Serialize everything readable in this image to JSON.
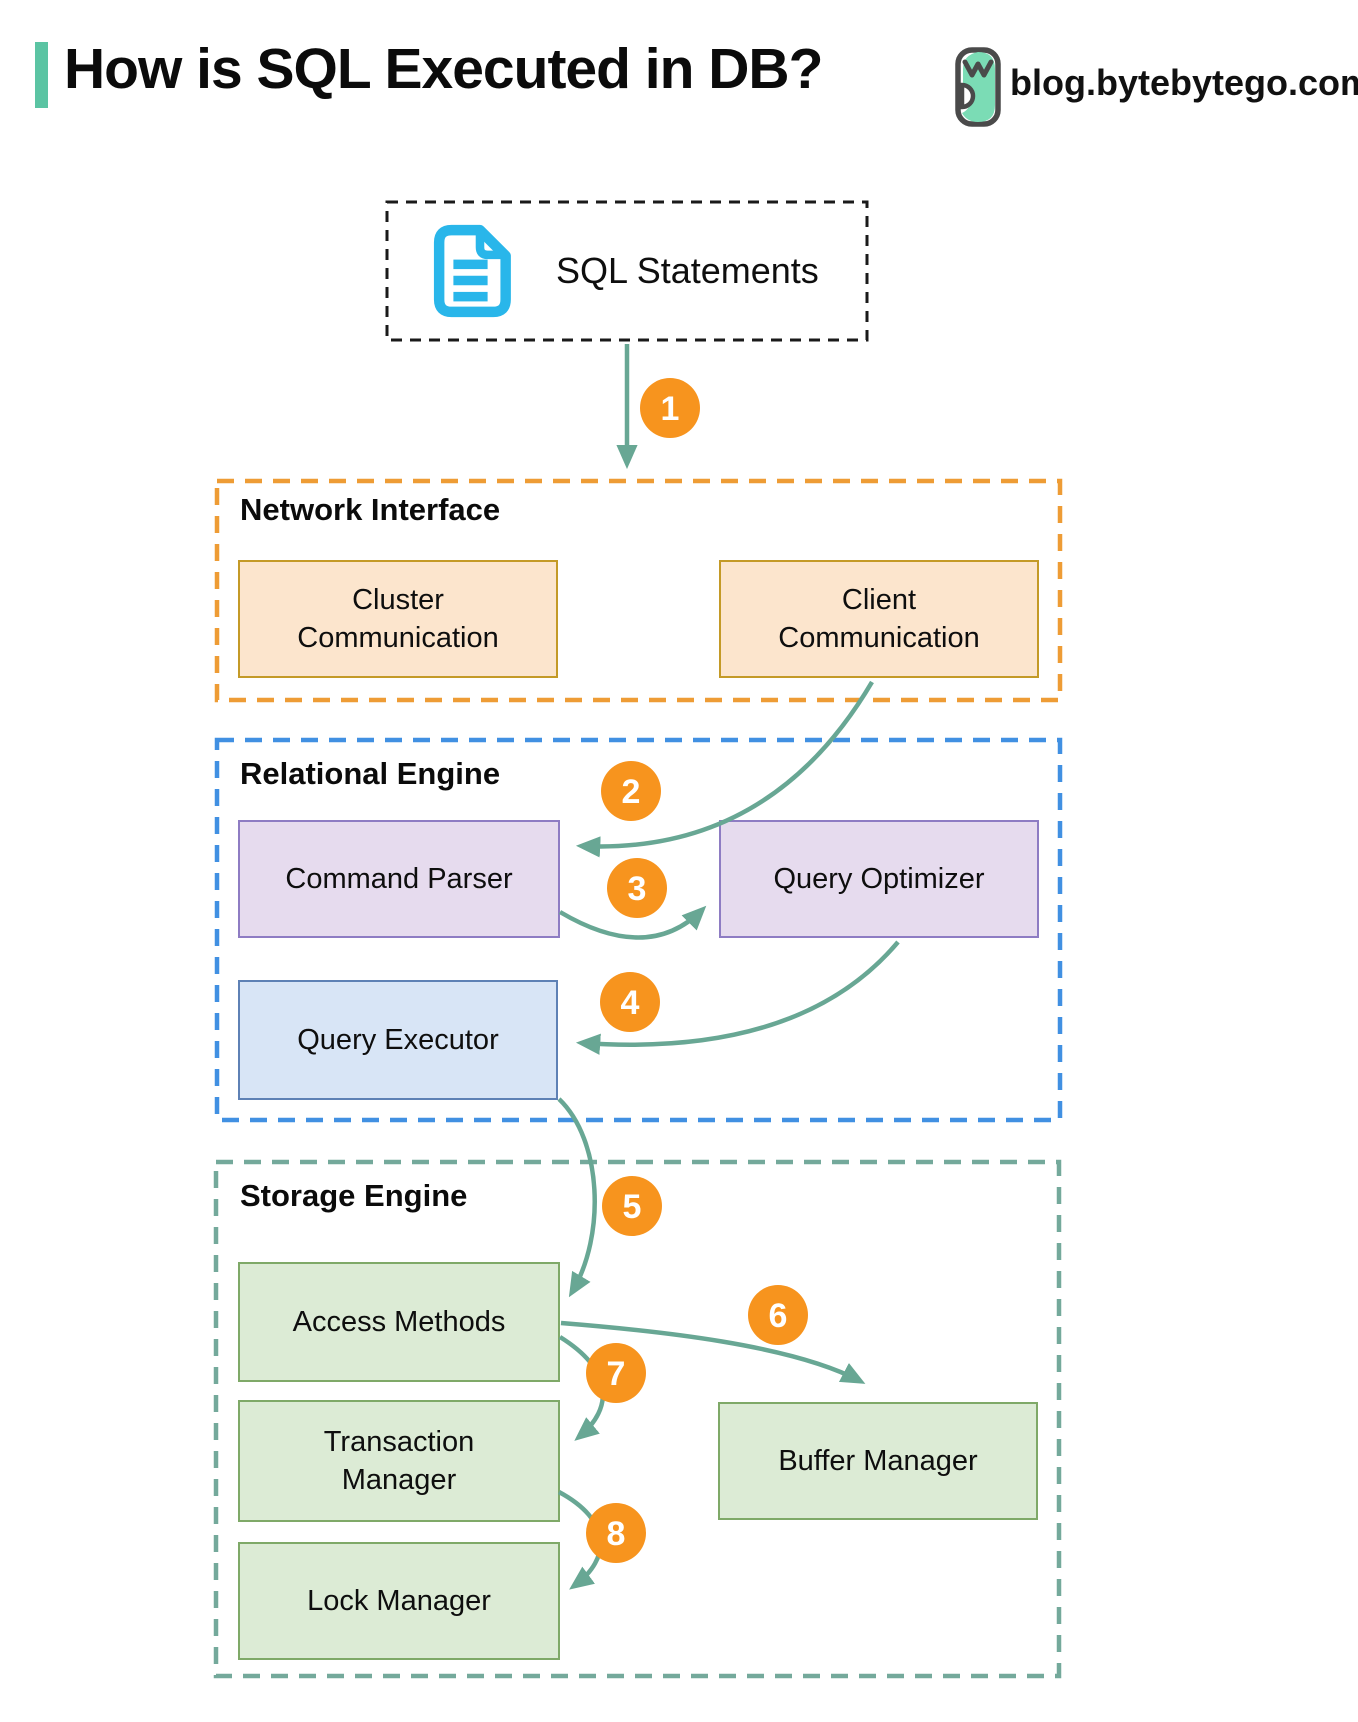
{
  "header": {
    "title": "How is SQL Executed in DB?",
    "site": "blog.bytebytego.com"
  },
  "source": {
    "label": "SQL Statements",
    "icon": "document-icon"
  },
  "sections": [
    {
      "title": "Network Interface",
      "border_color": "#EE9C35",
      "boxes": [
        {
          "label": "Cluster Communication"
        },
        {
          "label": "Client Communication"
        }
      ]
    },
    {
      "title": "Relational Engine",
      "border_color": "#4190E2",
      "boxes": [
        {
          "label": "Command Parser"
        },
        {
          "label": "Query Optimizer"
        },
        {
          "label": "Query Executor"
        }
      ]
    },
    {
      "title": "Storage Engine",
      "border_color": "#74A99B",
      "boxes": [
        {
          "label": "Access Methods"
        },
        {
          "label": "Transaction Manager"
        },
        {
          "label": "Lock Manager"
        },
        {
          "label": "Buffer Manager"
        }
      ]
    }
  ],
  "steps": [
    "1",
    "2",
    "3",
    "4",
    "5",
    "6",
    "7",
    "8"
  ],
  "flow": [
    {
      "step": "1",
      "from": "SQL Statements",
      "to": "Network Interface"
    },
    {
      "step": "2",
      "from": "Client Communication",
      "to": "Command Parser"
    },
    {
      "step": "3",
      "from": "Command Parser",
      "to": "Query Optimizer"
    },
    {
      "step": "4",
      "from": "Query Optimizer",
      "to": "Query Executor"
    },
    {
      "step": "5",
      "from": "Query Executor",
      "to": "Access Methods"
    },
    {
      "step": "6",
      "from": "Access Methods",
      "to": "Buffer Manager"
    },
    {
      "step": "7",
      "from": "Access Methods",
      "to": "Transaction Manager"
    },
    {
      "step": "8",
      "from": "Transaction Manager",
      "to": "Lock Manager"
    }
  ],
  "colors": {
    "accent": "#5BC4A3",
    "arrow": "#68A794",
    "step_badge": "#F7941E",
    "sql_border": "#1A1A1A",
    "network_border": "#EE9C35",
    "relational_border": "#4190E2",
    "storage_border": "#74A99B",
    "peach_fill": "#FCE5CD",
    "peach_border": "#C49A27",
    "purple_fill": "#E6DBEE",
    "purple_border": "#8E7CC3",
    "blue_fill": "#D8E5F6",
    "blue_border": "#5E81B5",
    "green_fill": "#DCEBD5",
    "green_border": "#7FA968",
    "doc_icon": "#29B6EA",
    "logo_green": "#7BDCB5",
    "logo_dark": "#4A4A4A"
  }
}
